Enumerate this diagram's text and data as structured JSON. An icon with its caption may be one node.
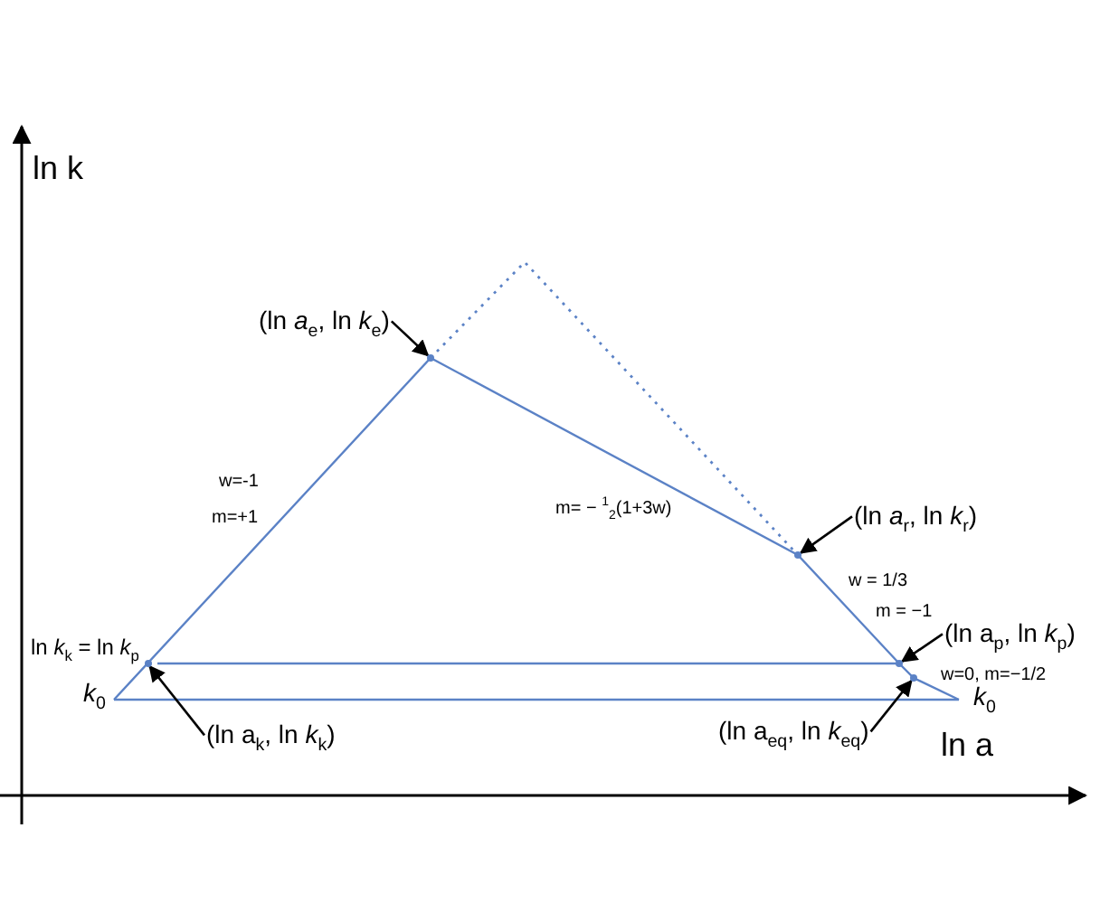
{
  "diagram": {
    "nodes": [
      {
        "text": [
          "(ln *a*$_{e}$, ln *k*$_{e}$)"
        ]
      },
      {
        "text": [
          "(ln *a*$_{r}$, ln *k*$_{r}$)"
        ]
      },
      {
        "text": [
          "(ln a$_{p}$, ln *k*$_{p}$)"
        ]
      },
      {
        "text": [
          "(ln a$_{k}$, ln *k*$_{k}$)"
        ]
      },
      {
        "text": [
          "(ln a$_{eq}$, ln *k*$_{eq}$)"
        ]
      },
      {
        "text": [],
        "shape": "point"
      },
      {
        "text": [],
        "shape": "point"
      },
      {
        "text": [],
        "shape": "point"
      },
      {
        "text": [],
        "shape": "point"
      },
      {
        "text": [],
        "shape": "point"
      }
    ],
    "edges": [
      {
        "from": 0,
        "to": 6,
        "arrow": "to"
      },
      {
        "from": 1,
        "to": 7,
        "arrow": "to"
      },
      {
        "from": 2,
        "to": 8,
        "arrow": "to"
      },
      {
        "from": 3,
        "to": 5,
        "arrow": "to"
      },
      {
        "from": 4,
        "to": 9,
        "arrow": "to"
      }
    ],
    "labels": [
      "ln k",
      "w=-1",
      "m=+1",
      "m= − $^{1}$$_{2}$(1+3w)",
      "w = 1/3",
      "m = −1",
      "ln *k*$_{k}$ = ln *k*$_{p}$",
      "w=0, m=−1/2",
      "*k*$_{0}$",
      "*k*$_{0}$",
      "ln a"
    ]
  }
}
